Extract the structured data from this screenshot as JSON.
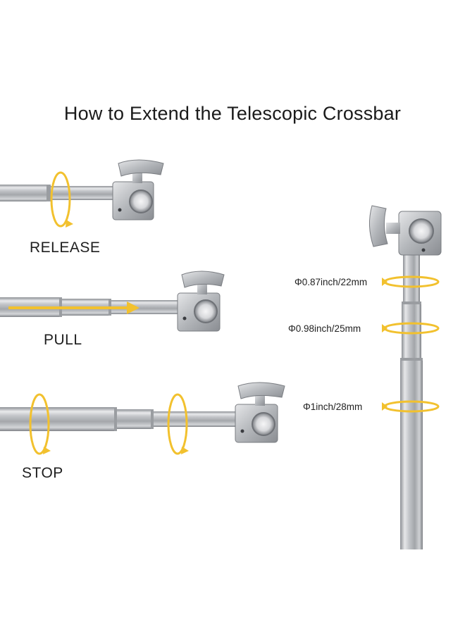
{
  "title": "How to Extend the Telescopic Crossbar",
  "steps": [
    {
      "label": "RELEASE"
    },
    {
      "label": "PULL"
    },
    {
      "label": "STOP"
    }
  ],
  "dimensions": [
    {
      "label": "Φ0.87inch/22mm"
    },
    {
      "label": "Φ0.98inch/25mm"
    },
    {
      "label": "Φ1inch/28mm"
    }
  ],
  "colors": {
    "accent": "#f2c12e",
    "metal": "#b9bcc0"
  }
}
